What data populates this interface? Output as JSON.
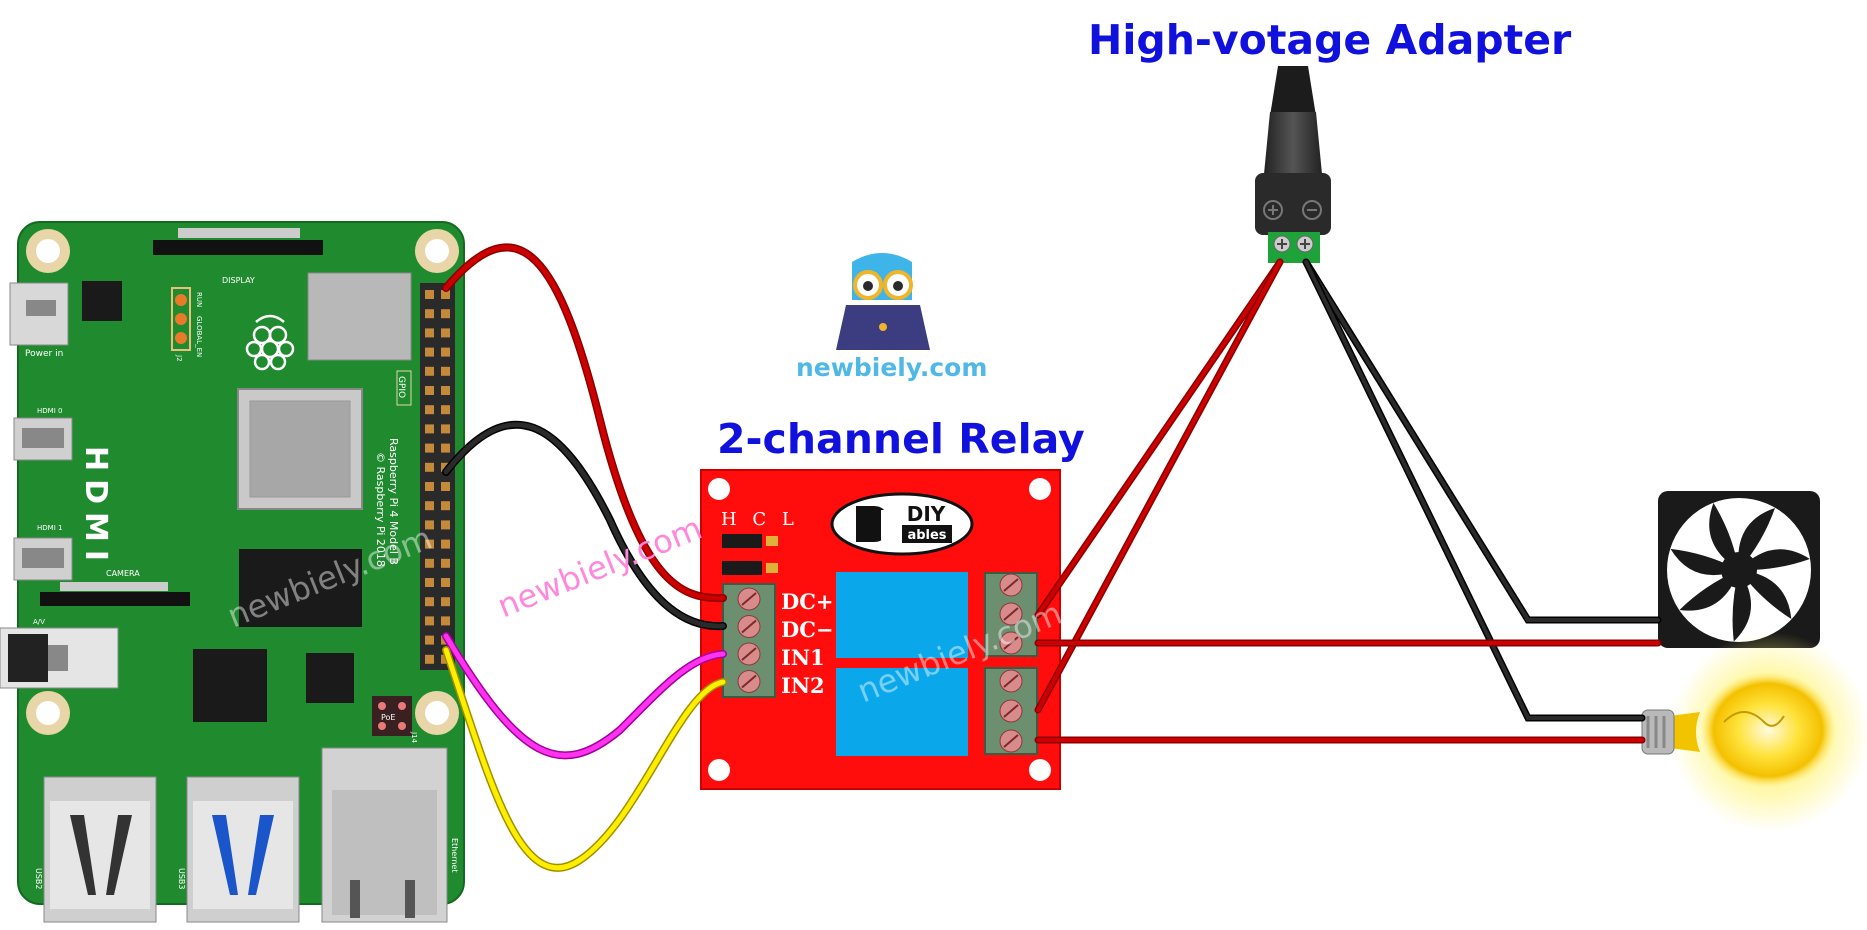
{
  "titles": {
    "adapter": "High-votage Adapter",
    "relay": "2-channel Relay"
  },
  "brand": {
    "site": "newbiely.com"
  },
  "watermarks": {
    "text": "newbiely.com"
  },
  "raspberry_pi": {
    "power_label": "Power in",
    "display_label": "DISPLAY",
    "hdmi_big": "HDMI",
    "hdmi0_label": "HDMI 0",
    "hdmi1_label": "HDMI 1",
    "camera_label": "CAMERA",
    "av_label": "A/V",
    "gpio_label": "GPIO",
    "run_label": "RUN",
    "global_en_label": "GLOBAL_EN",
    "j2_label": "J2",
    "model_line1": "Raspberry Pi 4 Model B",
    "model_line2": "© Raspberry Pi 2018",
    "poe_label": "PoE",
    "j14_label": "J14",
    "usb2_label": "USB2",
    "usb3_label": "USB3",
    "ethernet_label": "Ethernet"
  },
  "relay": {
    "jumper_labels": "H C L",
    "logo_top": "DIY",
    "logo_bottom": "ables",
    "pins": [
      "DC+",
      "DC−",
      "IN1",
      "IN2"
    ]
  },
  "colors": {
    "title_blue": "#1111dd",
    "pcb_green": "#1f8a2e",
    "relay_red": "#ff0d0d",
    "relay_blue": "#0aa8ea",
    "wire_red": "#cc0000",
    "wire_black": "#1a1a1a",
    "wire_magenta": "#ff33ee",
    "wire_yellow": "#ffee00",
    "watermark_pink": "#ff88dd",
    "brand_blue": "#4fb8e6"
  }
}
